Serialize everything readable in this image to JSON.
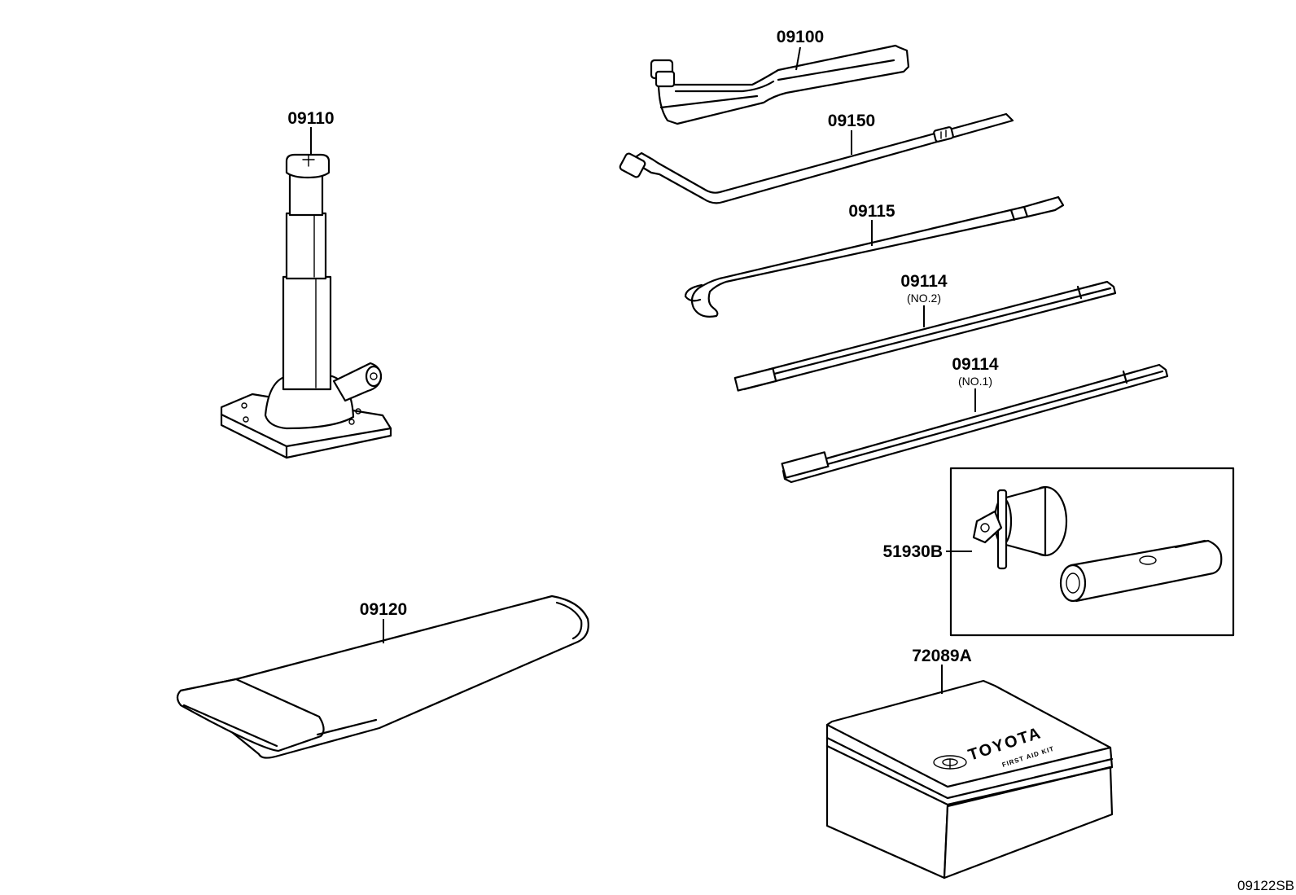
{
  "parts": [
    {
      "key": "wrench",
      "label": "09100",
      "sub": ""
    },
    {
      "key": "jack",
      "label": "09110",
      "sub": ""
    },
    {
      "key": "jack_handle",
      "label": "09150",
      "sub": ""
    },
    {
      "key": "hook_rod",
      "label": "09115",
      "sub": ""
    },
    {
      "key": "ext_no2",
      "label": "09114",
      "sub": "(NO.2)"
    },
    {
      "key": "ext_no1",
      "label": "09114",
      "sub": "(NO.1)"
    },
    {
      "key": "wheel_lock",
      "label": "51930B",
      "sub": ""
    },
    {
      "key": "tool_bag",
      "label": "09120",
      "sub": ""
    },
    {
      "key": "first_aid_kit",
      "label": "72089A",
      "sub": ""
    }
  ],
  "kit": {
    "brand": "TOYOTA",
    "subtitle": "FIRST AID KIT"
  },
  "figure_ref": "09122SB"
}
